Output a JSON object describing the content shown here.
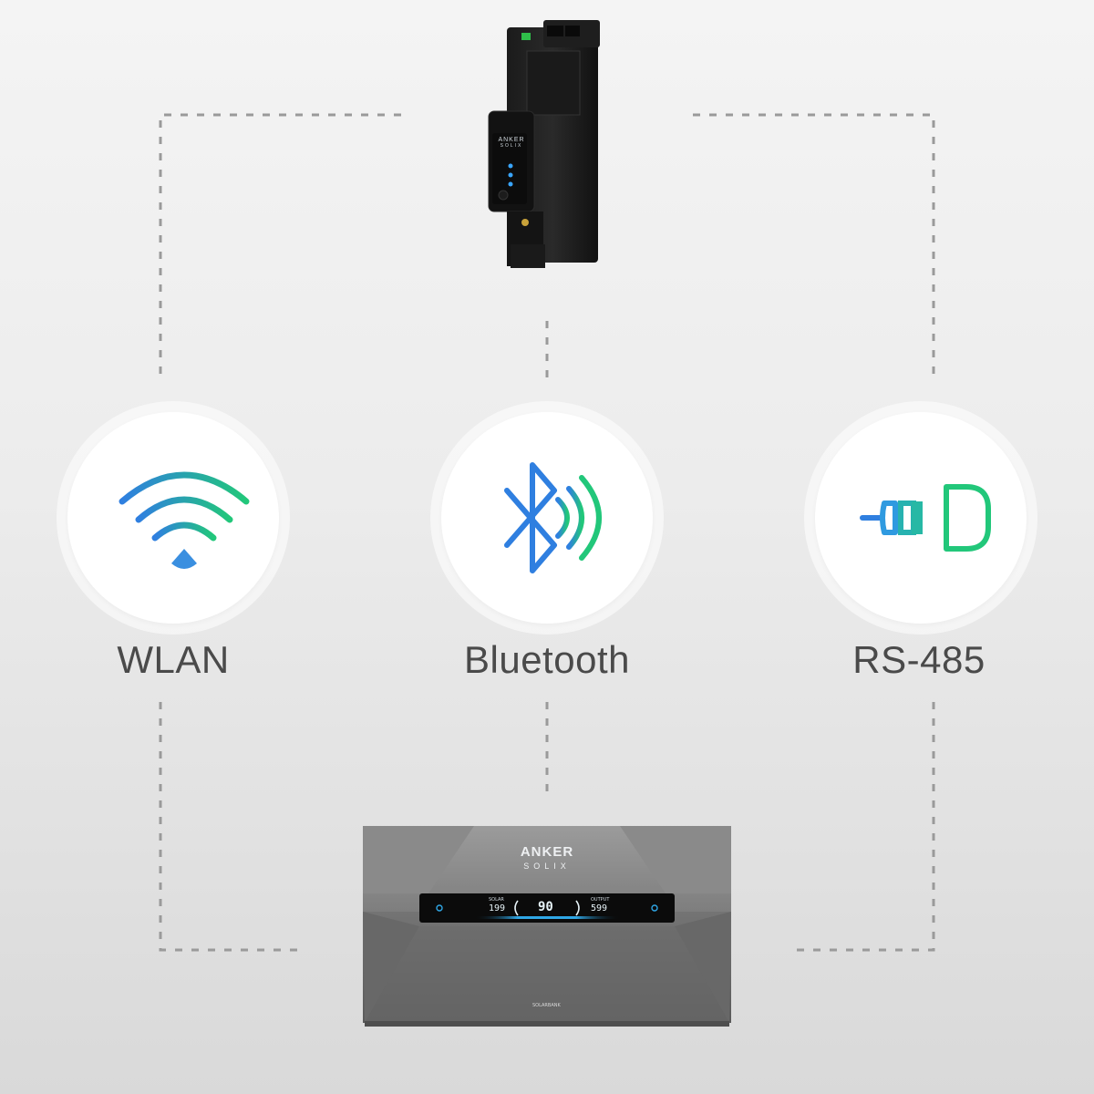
{
  "nodes": [
    {
      "id": "wlan",
      "label": "WLAN",
      "icon": "wifi-icon"
    },
    {
      "id": "bluetooth",
      "label": "Bluetooth",
      "icon": "bluetooth-icon"
    },
    {
      "id": "rs485",
      "label": "RS-485",
      "icon": "plug-connector-icon"
    }
  ],
  "devices": {
    "meter": {
      "icon": "smart-meter-device",
      "brand": "ANKER",
      "sub": "SOLIX"
    },
    "battery": {
      "icon": "solarbank-battery-device",
      "brand": "ANKER",
      "sub": "SOLIX",
      "display": {
        "left_label": "SOLAR",
        "left_value": "199",
        "center_value": "90",
        "right_label": "OUTPUT",
        "right_value": "599"
      },
      "model": "SOLARBANK"
    }
  },
  "colors": {
    "line": "#9a9a9a",
    "label": "#4a4a4a",
    "gradient_start": "#2f7fe0",
    "gradient_end": "#22c77a"
  }
}
